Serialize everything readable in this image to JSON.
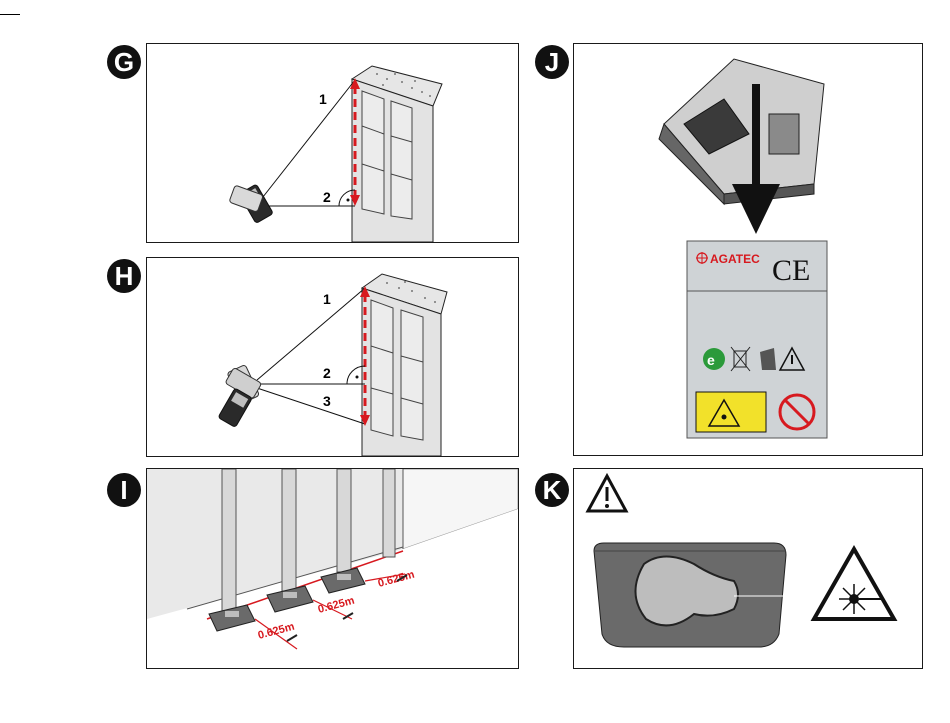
{
  "badges": {
    "g": "G",
    "h": "H",
    "i": "I",
    "j": "J",
    "k": "K"
  },
  "panel_g": {
    "label_1": "1",
    "label_2": "2"
  },
  "panel_h": {
    "label_1": "1",
    "label_2": "2",
    "label_3": "3"
  },
  "panel_i": {
    "distance_1": "0.625m",
    "distance_2": "0.625m",
    "distance_3": "0.625m"
  },
  "panel_j": {
    "brand": "AGATEC",
    "ce_mark": "CE"
  },
  "icons": [
    "triangle-warning-icon",
    "laser-warning-icon",
    "recycle-icon",
    "crossed-bin-icon",
    "no-laser-icon",
    "hand-caution-icon"
  ],
  "colors": {
    "laser_red": "#d7191f",
    "warning_yellow": "#f2e12a",
    "label_gray": "#cfd3d6",
    "eco_green": "#2b9a3a"
  }
}
